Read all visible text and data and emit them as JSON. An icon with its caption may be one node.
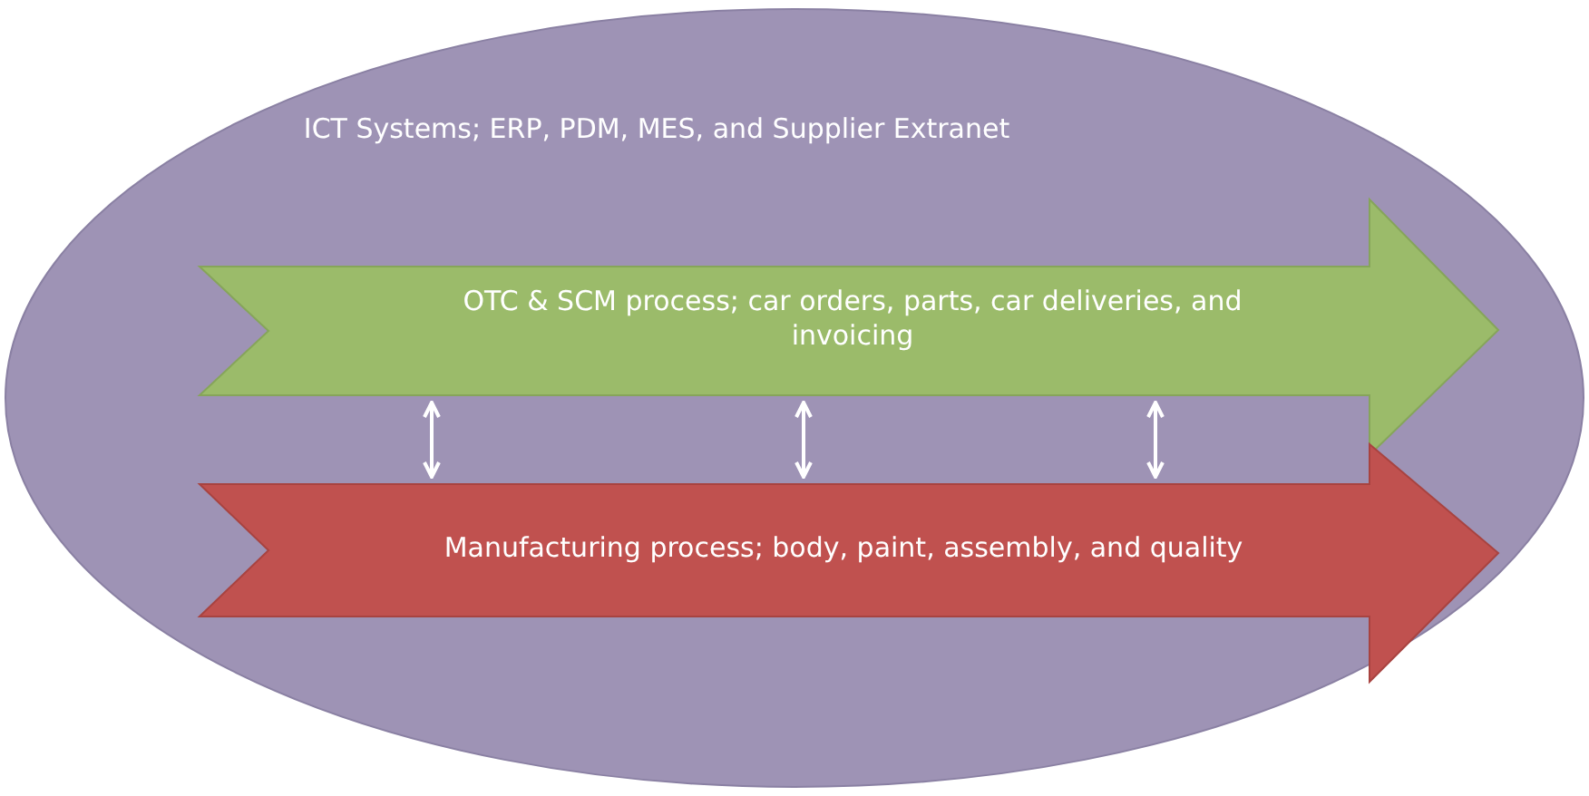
{
  "diagram": {
    "nodes": [
      {
        "text": [
          "ICT Systems; ERP, PDM, MES, and Supplier Extranet"
        ]
      },
      {
        "text": [
          "OTC & SCM process; car orders, parts, car deliveries, and invoicing"
        ],
        "in": 0
      },
      {
        "text": [
          "Manufacturing process; body, paint, assembly, and quality"
        ],
        "in": 0
      }
    ],
    "edges": [
      {
        "from": 1,
        "to": 2,
        "arrow": "both"
      },
      {
        "from": 1,
        "to": 2,
        "arrow": "both"
      },
      {
        "from": 1,
        "to": 2,
        "arrow": "both"
      }
    ]
  }
}
